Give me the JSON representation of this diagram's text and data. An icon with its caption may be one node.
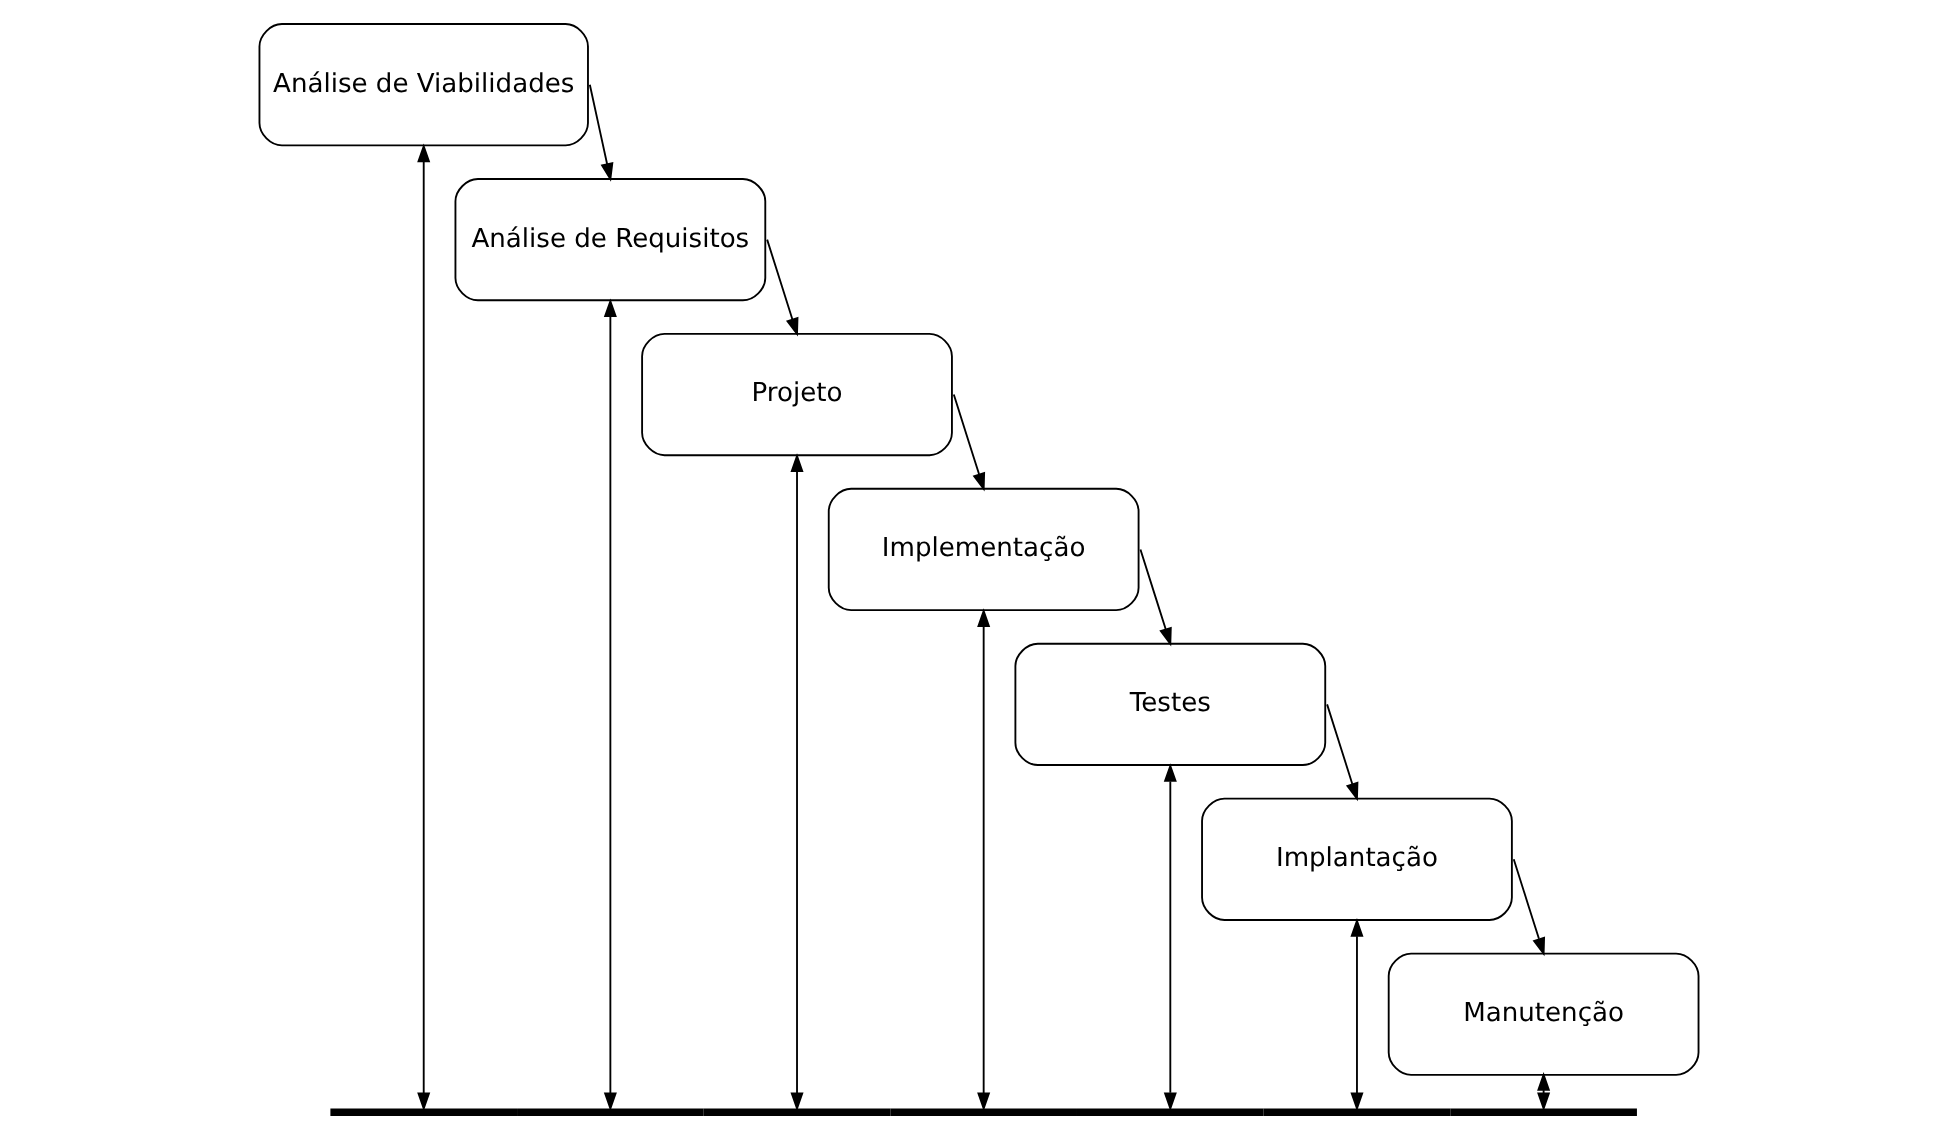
{
  "diagram": {
    "nodes": [
      {
        "text": [
          "Análise de Viabilidades"
        ]
      },
      {
        "text": [
          "Análise de Requisitos"
        ]
      },
      {
        "text": [
          "Projeto"
        ]
      },
      {
        "text": [
          "Implementação"
        ]
      },
      {
        "text": [
          "Testes"
        ]
      },
      {
        "text": [
          "Implantação"
        ]
      },
      {
        "text": [
          "Manutenção"
        ]
      },
      {
        "text": [],
        "shape": "bar"
      }
    ],
    "edges": [
      {
        "from": 0,
        "to": 1,
        "arrow": "to"
      },
      {
        "from": 1,
        "to": 2,
        "arrow": "to"
      },
      {
        "from": 2,
        "to": 3,
        "arrow": "to"
      },
      {
        "from": 3,
        "to": 4,
        "arrow": "to"
      },
      {
        "from": 4,
        "to": 5,
        "arrow": "to"
      },
      {
        "from": 5,
        "to": 6,
        "arrow": "to"
      },
      {
        "from": 0,
        "to": 7,
        "arrow": "both"
      },
      {
        "from": 1,
        "to": 7,
        "arrow": "both"
      },
      {
        "from": 2,
        "to": 7,
        "arrow": "both"
      },
      {
        "from": 3,
        "to": 7,
        "arrow": "both"
      },
      {
        "from": 4,
        "to": 7,
        "arrow": "both"
      },
      {
        "from": 5,
        "to": 7,
        "arrow": "both"
      },
      {
        "from": 6,
        "to": 7,
        "arrow": "both"
      }
    ]
  }
}
